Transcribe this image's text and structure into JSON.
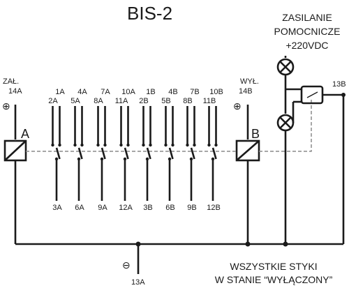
{
  "title": "BIS-2",
  "power_label": [
    "ZASILANIE",
    "POMOCNICZE",
    "+220VDC"
  ],
  "terminals": {
    "on_label": "ZAŁ.",
    "on_terminal": "14A",
    "off_label": "WYŁ.",
    "off_terminal": "14B",
    "common_bottom": "13A",
    "common_right": "13B",
    "plus_sign": "⊕",
    "minus_sign": "⊖"
  },
  "coils": {
    "A": "A",
    "B": "B"
  },
  "contacts": {
    "top_upper": [
      "1A",
      "4A",
      "7A",
      "10A",
      "1B",
      "4B",
      "7B",
      "10B"
    ],
    "top_lower": [
      "2A",
      "5A",
      "8A",
      "11A",
      "2B",
      "5B",
      "8B",
      "11B"
    ],
    "bottom": [
      "3A",
      "6A",
      "9A",
      "12A",
      "3B",
      "6B",
      "9B",
      "12B"
    ]
  },
  "note": [
    "WSZYSTKIE STYKI",
    "W STANIE “WYŁĄCZONY”"
  ]
}
